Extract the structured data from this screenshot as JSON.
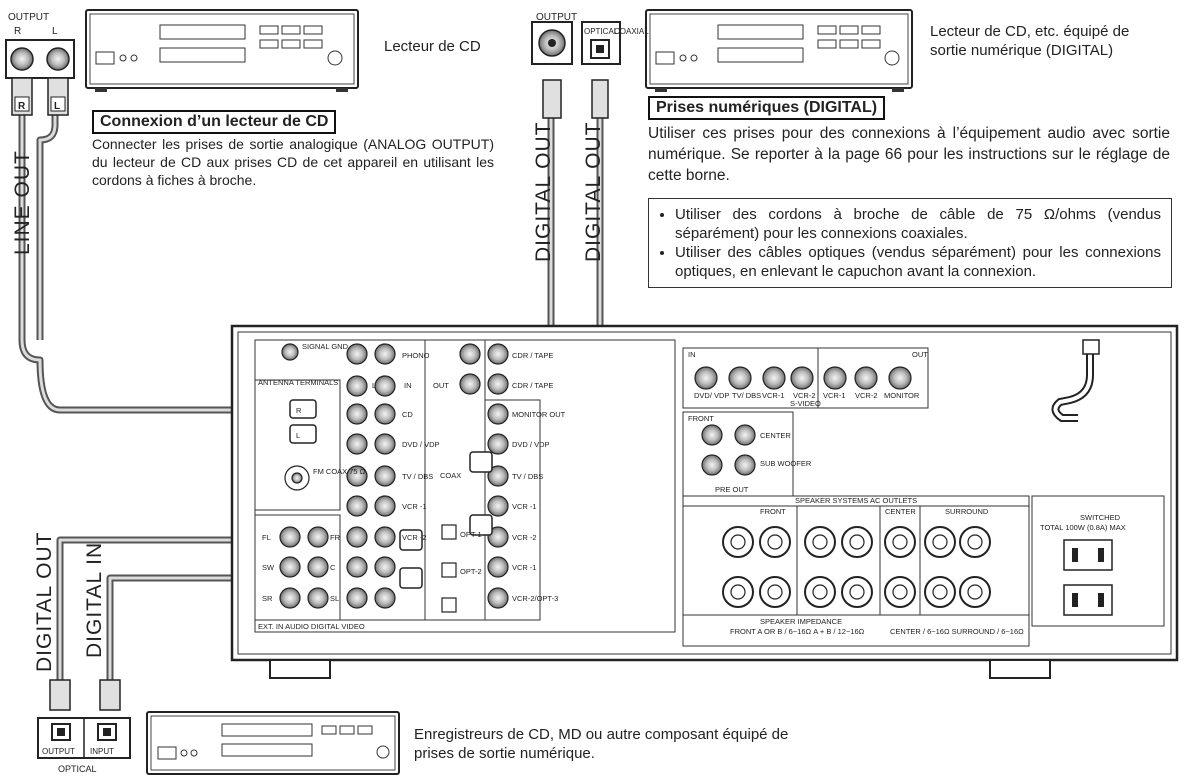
{
  "top_left": {
    "output_label": "OUTPUT",
    "r_label": "R",
    "l_label": "L",
    "device_label": "Lecteur de CD",
    "heading": "Connexion d’un lecteur de CD",
    "description": "Connecter les prises de sortie analogique (ANALOG OUTPUT) du lecteur de CD aux prises CD de cet appareil en utilisant les cordons à fiches à broche.",
    "cable_label": "LINE OUT"
  },
  "top_right": {
    "output_label": "OUTPUT",
    "optical_label": "OPTICAL",
    "coaxial_label": "COAXIAL",
    "device_label": "Lecteur de CD, etc. équipé de sortie numérique (DIGITAL)",
    "heading": "Prises numériques (DIGITAL)",
    "description": "Utiliser ces prises pour des connexions à l’équipement audio avec sortie numérique. Se reporter à la page 66 pour les instructions sur le réglage de cette borne.",
    "notes": [
      "Utiliser des cordons à broche de câble de 75 Ω/ohms (vendus séparément) pour les connexions coaxiales.",
      "Utiliser des câbles optiques (vendus séparément) pour les connexions optiques, en enlevant le capuchon avant la connexion."
    ],
    "cable_label_1": "DIGITAL OUT",
    "cable_label_2": "DIGITAL OUT"
  },
  "bottom": {
    "cable_label_out": "DIGITAL OUT",
    "cable_label_in": "DIGITAL IN",
    "output_label": "OUTPUT",
    "input_label": "INPUT",
    "optical_label": "OPTICAL",
    "device_label": "Enregistreurs de CD, MD ou autre composant équipé de prises de sortie numérique."
  },
  "receiver": {
    "signal_gnd": "SIGNAL GND",
    "phono": "PHONO",
    "cdr_tape_1": "CDR / TAPE",
    "cdr_tape_2": "CDR / TAPE",
    "antenna": "ANTENNA TERMINALS",
    "cd": "CD",
    "dvd_vdp": "DVD / VDP",
    "tv_dbs": "TV / DBS",
    "vcr1": "VCR -1",
    "vcr2": "VCR -2",
    "monitor_out": "MONITOR OUT",
    "coax": "COAX",
    "opt1": "OPT-1",
    "opt2": "OPT-2",
    "vcr2opt3": "VCR-2/OPT-3",
    "fm_coax": "FM COAX 75 Ω",
    "ext_in": "EXT. IN AUDIO DIGITAL VIDEO",
    "svideo": "S-VIDEO",
    "svideo_in": "IN",
    "svideo_out": "OUT",
    "svideo_dvd": "DVD/ VDP",
    "svideo_tv": "TV/ DBS",
    "svideo_vcr1": "VCR-1",
    "svideo_vcr2": "VCR-2",
    "svideo_vcr1o": "VCR-1",
    "svideo_vcr2o": "VCR-2",
    "svideo_monitor": "MONITOR",
    "front": "FRONT",
    "center": "CENTER",
    "sub_woofer": "SUB WOOFER",
    "preout": "PRE OUT",
    "speaker_systems": "SPEAKER SYSTEMS AC OUTLETS",
    "speaker_front": "FRONT",
    "speaker_center": "CENTER",
    "speaker_surround": "SURROUND",
    "speaker_impedance": "SPEAKER IMPEDANCE",
    "impedance_front": "FRONT A OR B / 6~16Ω A + B / 12~16Ω",
    "impedance_center": "CENTER / 6~16Ω SURROUND / 6~16Ω",
    "switched": "SWITCHED",
    "switched_watts": "TOTAL 100W (0.8A) MAX",
    "fl": "FL",
    "fr": "FR",
    "sw": "SW",
    "c": "C",
    "sr": "SR",
    "sl": "SL",
    "r_small": "R",
    "l_small": "L",
    "in_small": "IN",
    "out_small": "OUT"
  }
}
